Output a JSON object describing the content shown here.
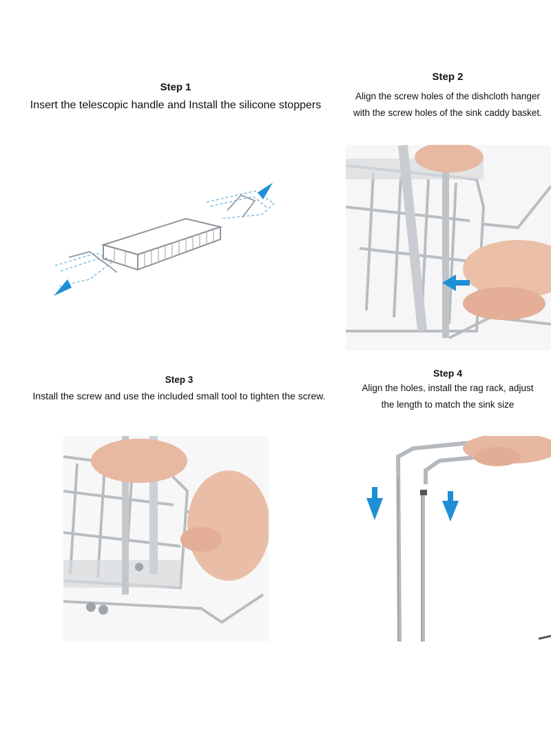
{
  "steps": [
    {
      "title": "Step 1",
      "description": "Insert the telescopic handle and Install the silicone stoppers",
      "image_icon": "expandable-basket-illustration"
    },
    {
      "title": "Step 2",
      "description_lines": [
        "Align the screw holes of the dishcloth hanger",
        "with the screw holes of the sink caddy basket."
      ],
      "image_icon": "hanger-alignment-photo"
    },
    {
      "title": "Step 3",
      "description": "Install the screw and use the included small tool to tighten the screw.",
      "image_icon": "screw-tightening-photo"
    },
    {
      "title": "Step 4",
      "description_lines": [
        "Align the holes, install the rag rack, adjust",
        "the length to match the sink size"
      ],
      "image_icon": "rag-rack-install-photo"
    }
  ],
  "colors": {
    "arrow_blue": "#1e8fd5",
    "steel": "#b9bec4",
    "skin": "#e9b9a3"
  }
}
